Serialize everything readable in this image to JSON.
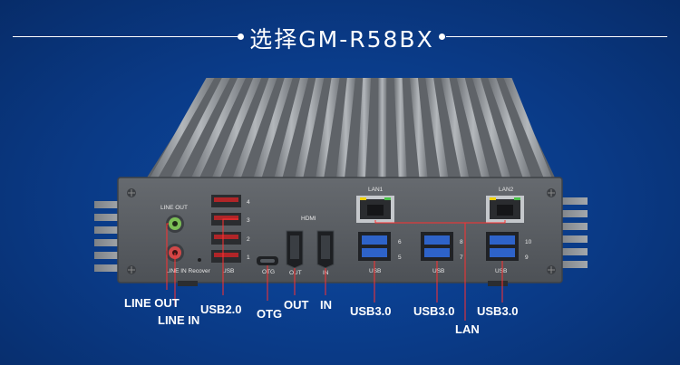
{
  "title": "选择GM-R58BX",
  "port_labels": {
    "line_out": "LINE OUT",
    "line_in_recover": "LINE IN Recover",
    "usb_left": "USB",
    "usb_nums": [
      "4",
      "3",
      "2",
      "1"
    ],
    "otg": "OTG",
    "hdmi": "HDMI",
    "out": "OUT",
    "in": "IN",
    "lan1": "LAN1",
    "lan2": "LAN2",
    "usb_mid": "USB",
    "usb_mid_nums": [
      "6",
      "5"
    ],
    "usb_center": "USB",
    "usb_center_nums": [
      "8",
      "7"
    ],
    "usb_right": "USB",
    "usb_right_nums": [
      "10",
      "9"
    ]
  },
  "callouts": {
    "line_out": "LINE OUT",
    "line_in": "LINE IN",
    "usb20": "USB2.0",
    "otg": "OTG",
    "hdmi_out": "OUT",
    "hdmi_in": "IN",
    "usb30_a": "USB3.0",
    "usb30_b": "USB3.0",
    "lan": "LAN",
    "usb30_c": "USB3.0"
  },
  "colors": {
    "background": "#0a3a86",
    "chassis": "#8b8f94",
    "panel": "#5a5e63",
    "usb2_port": "#b02528",
    "usb3_port": "#2e63c9",
    "leader_line": "#ff3030",
    "line_out_jack": "#7bbf55",
    "line_in_jack": "#d04848"
  }
}
